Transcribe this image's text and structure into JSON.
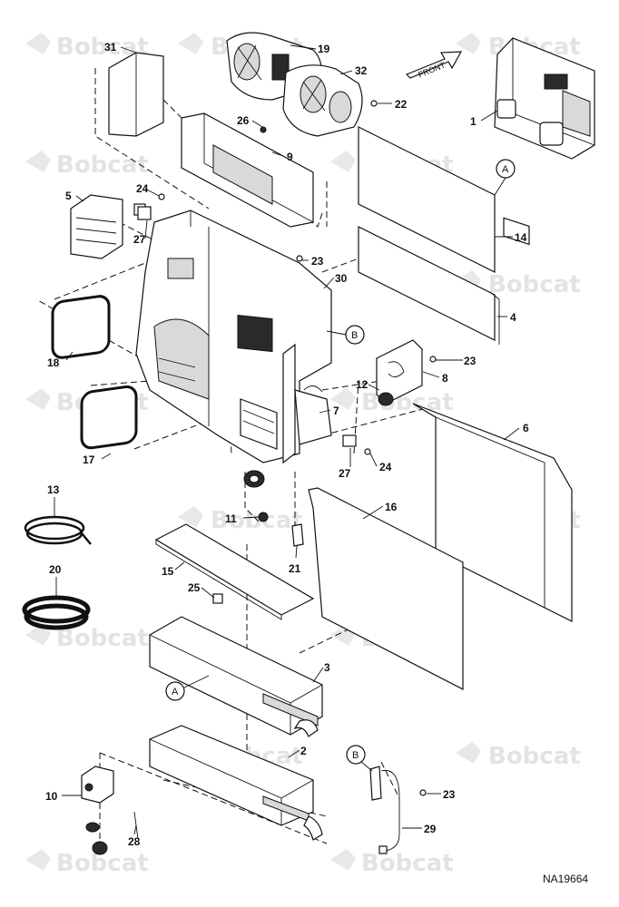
{
  "figure_id": "NA19664",
  "watermark_text": "Bobcat",
  "front_arrow_label": "FRONT",
  "callouts": [
    "1",
    "2",
    "3",
    "4",
    "5",
    "6",
    "7",
    "8",
    "9",
    "10",
    "11",
    "12",
    "13",
    "14",
    "15",
    "16",
    "17",
    "18",
    "19",
    "20",
    "21",
    "22",
    "23",
    "24",
    "25",
    "26",
    "27",
    "28",
    "29",
    "30",
    "31",
    "32"
  ],
  "reference_markers": [
    "A",
    "B"
  ],
  "colors": {
    "line": "#111111",
    "watermark": "#e3e3e3",
    "background": "#ffffff"
  }
}
